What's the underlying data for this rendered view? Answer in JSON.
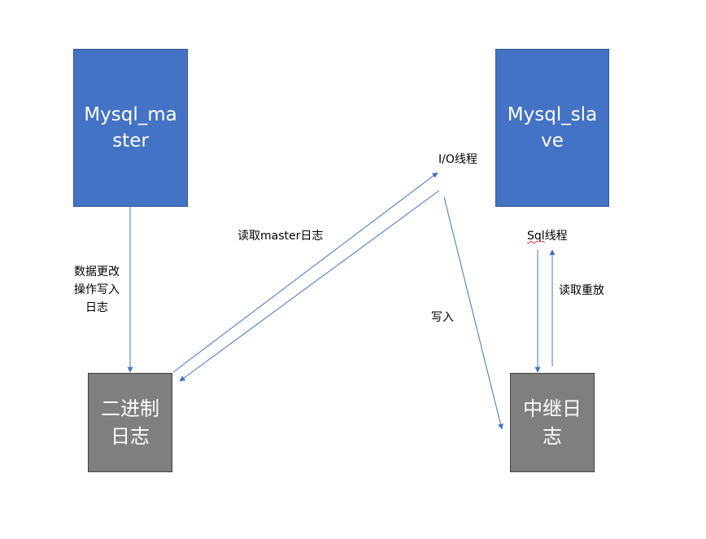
{
  "nodes": {
    "master": "Mysql_master",
    "slave": "Mysql_slave",
    "binlog": "二进制日志",
    "relaylog": "中继日志"
  },
  "labels": {
    "write_log": "数据更改\n操作写入\n日志",
    "read_master_log": "读取master日志",
    "io_thread": "I/O线程",
    "write_in": "写入",
    "sql_thread_prefix": "Sql",
    "sql_thread_suffix": "线程",
    "read_replay": "读取重放"
  },
  "colors": {
    "master_fill": "#4472c4",
    "log_fill": "#7f7f7f",
    "arrow": "#4472c4"
  }
}
